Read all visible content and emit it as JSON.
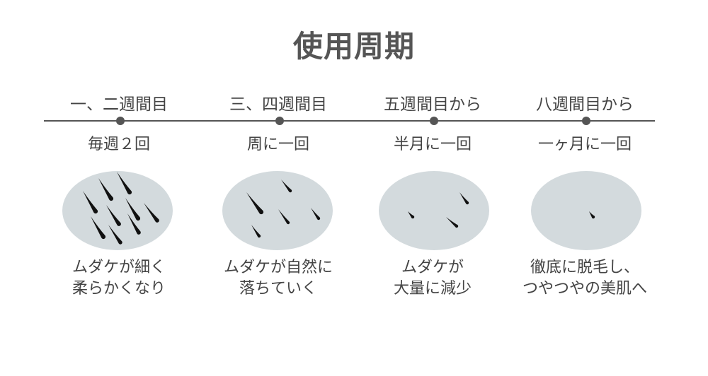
{
  "title": "使用周期",
  "colors": {
    "skin": "#d3dadd",
    "hair": "#111111",
    "text": "#444444"
  },
  "stages": [
    {
      "period": "一、二週間目",
      "frequency": "毎週２回",
      "desc": [
        "ムダケが細く",
        "柔らかくなり"
      ],
      "hair_count": 9
    },
    {
      "period": "三、四週間目",
      "frequency": "周に一回",
      "desc": [
        "ムダケが自然に",
        "落ちていく"
      ],
      "hair_count": 5
    },
    {
      "period": "五週間目から",
      "frequency": "半月に一回",
      "desc": [
        "ムダケが",
        "大量に減少"
      ],
      "hair_count": 3
    },
    {
      "period": "八週間目から",
      "frequency": "一ヶ月に一回",
      "desc": [
        "徹底に脱毛し、",
        "つやつやの美肌へ"
      ],
      "hair_count": 1
    }
  ]
}
